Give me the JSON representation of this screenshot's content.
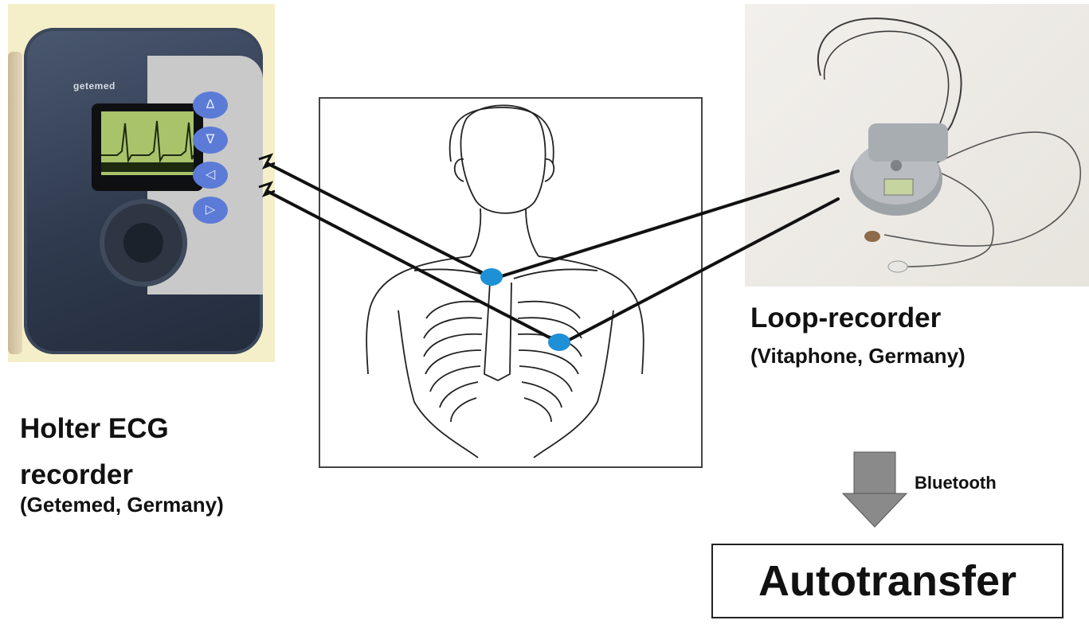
{
  "holter": {
    "title_line1": "Holter ECG",
    "title_line2": "recorder",
    "maker": "(Getemed, Germany)",
    "device_brand": "getemed"
  },
  "loop": {
    "title": "Loop-recorder",
    "maker": "(Vitaphone, Germany)"
  },
  "transfer": {
    "method": "Bluetooth",
    "target": "Autotransfer"
  },
  "colors": {
    "electrode": "#1e90d6",
    "arrow": "#8a8a8a",
    "lead_line": "#111111"
  },
  "icons": {
    "holter_up": "up-triangle-icon",
    "holter_down": "down-triangle-icon",
    "holter_left": "left-triangle-icon",
    "holter_right": "right-triangle-icon"
  }
}
